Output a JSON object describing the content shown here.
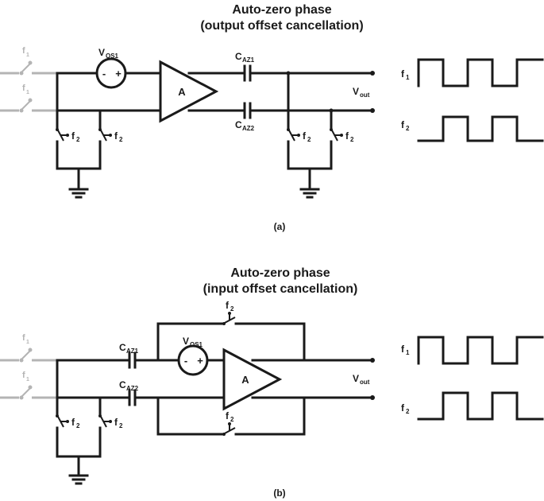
{
  "panel_a": {
    "title_line1": "Auto-zero phase",
    "title_line2": "(output offset cancellation)",
    "vos_main": "V",
    "vos_sub": "OS1",
    "cap1_main": "C",
    "cap1_sub": "AZ1",
    "cap2_main": "C",
    "cap2_sub": "AZ2",
    "amp_label": "A",
    "vout_main": "V",
    "vout_sub": "out",
    "switch_main": "f",
    "switch_sub": "2",
    "input_switch_main": "f",
    "input_switch_sub": "1",
    "plus": "+",
    "minus": "-",
    "clock1_main": "f",
    "clock1_sub": "1",
    "clock2_main": "f",
    "clock2_sub": "2",
    "caption": "(a)"
  },
  "panel_b": {
    "title_line1": "Auto-zero phase",
    "title_line2": "(input offset cancellation)",
    "vos_main": "V",
    "vos_sub": "OS1",
    "cap1_main": "C",
    "cap1_sub": "AZ1",
    "cap2_main": "C",
    "cap2_sub": "AZ2",
    "amp_label": "A",
    "vout_main": "V",
    "vout_sub": "out",
    "switch_main": "f",
    "switch_sub": "2",
    "input_switch_main": "f",
    "input_switch_sub": "1",
    "plus": "+",
    "minus": "-",
    "clock1_main": "f",
    "clock1_sub": "1",
    "clock2_main": "f",
    "clock2_sub": "2",
    "caption": "(b)"
  }
}
